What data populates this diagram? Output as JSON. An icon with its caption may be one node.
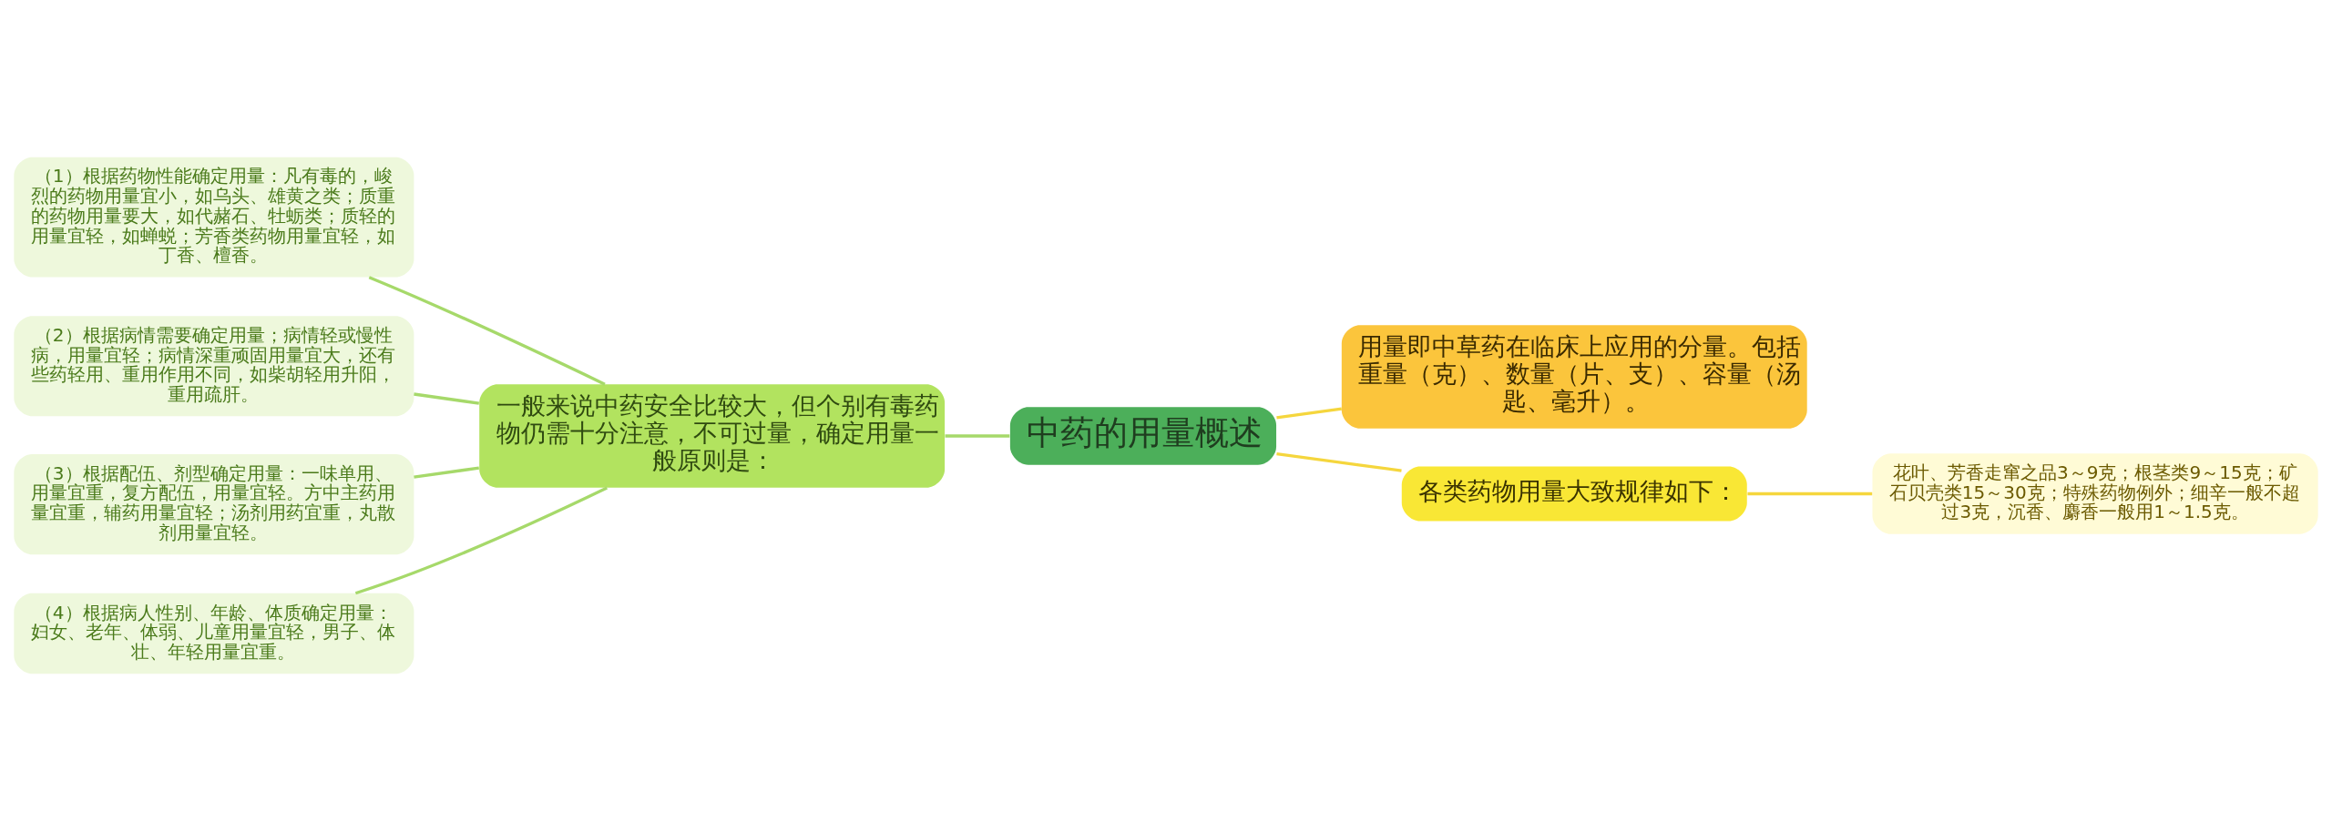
{
  "diagram": {
    "nodes": [
      {
        "text": [
          "中药的用量概述"
        ]
      },
      {
        "text": [
          "一般来说中药安全比较大，但个别有毒药物仍需十分注意，不可过量，确定用量一般原则是："
        ]
      },
      {
        "text": [
          "（1）根据药物性能确定用量：凡有毒的，峻烈的药物用量宜小，如乌头、雄黄之类；质重的药物用量要大，如代赭石、牡蛎类；质轻的用量宜轻，如蝉蜕；芳香类药物用量宜轻，如丁香、檀香。"
        ]
      },
      {
        "text": [
          "（2）根据病情需要确定用量；病情轻或慢性病，用量宜轻；病情深重顽固用量宜大，还有些药轻用、重用作用不同，如柴胡轻用升阳，重用疏肝。"
        ]
      },
      {
        "text": [
          "（3）根据配伍、剂型确定用量：一味单用、用量宜重，复方配伍，用量宜轻。方中主药用量宜重，辅药用量宜轻；汤剂用药宜重，丸散剂用量宜轻。"
        ]
      },
      {
        "text": [
          "（4）根据病人性别、年龄、体质确定用量：妇女、老年、体弱、儿童用量宜轻，男子、体壮、年轻用量宜重。"
        ]
      },
      {
        "text": [
          "用量即中草药在临床上应用的分量。包括重量（克）、数量（片、支）、容量（汤匙、毫升）。"
        ]
      },
      {
        "text": [
          "各类药物用量大致规律如下："
        ]
      },
      {
        "text": [
          "花叶、芳香走窜之品3～9克；根茎类9～15克；矿石贝壳类15～30克；特殊药物例外；细辛一般不超过3克，沉香、麝香一般用1～1.5克。"
        ]
      }
    ],
    "edges": [
      {
        "from": 2,
        "to": 1,
        "arrow": "none"
      },
      {
        "from": 3,
        "to": 1,
        "arrow": "none"
      },
      {
        "from": 4,
        "to": 1,
        "arrow": "none"
      },
      {
        "from": 5,
        "to": 1,
        "arrow": "none"
      },
      {
        "from": 1,
        "to": 0,
        "arrow": "none"
      },
      {
        "from": 0,
        "to": 6,
        "arrow": "none",
        "color": "#f5d63d"
      },
      {
        "from": 0,
        "to": 7,
        "arrow": "none",
        "color": "#f5d63d"
      },
      {
        "from": 7,
        "to": 8,
        "arrow": "none",
        "color": "#f5d63d"
      }
    ]
  }
}
